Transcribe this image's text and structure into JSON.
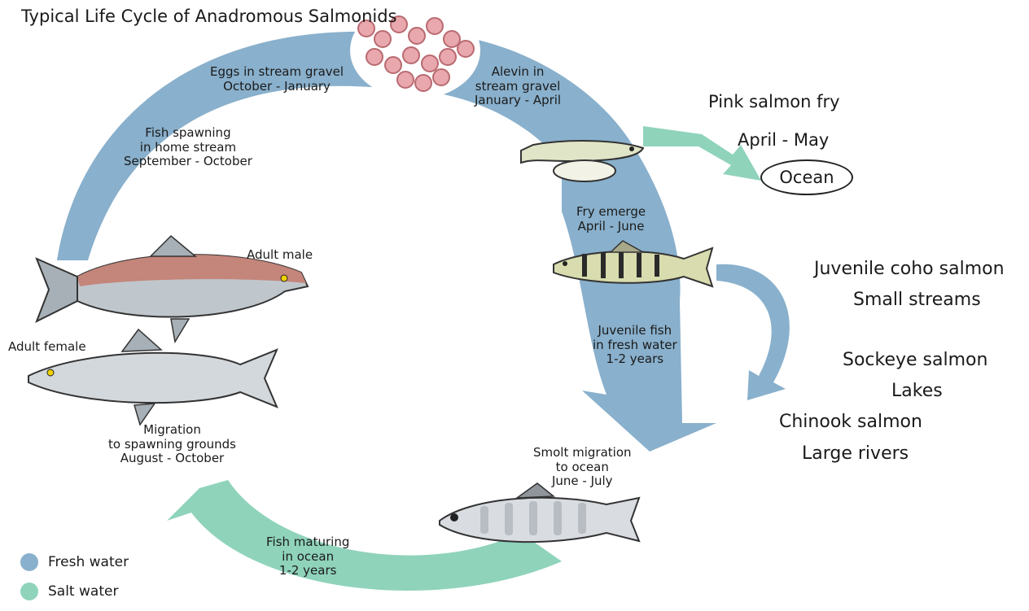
{
  "title": [
    "Typical Life Cycle",
    "of Anadromous",
    "Salmonids"
  ],
  "colors": {
    "fresh": "#89b0cc",
    "salt": "#8fd3bb",
    "ink": "#1a1a1a"
  },
  "stages": {
    "eggs": [
      "Eggs in stream gravel",
      "October - January"
    ],
    "alevin": [
      "Alevin in",
      "stream gravel",
      "January - April"
    ],
    "fry": [
      "Fry emerge",
      "April - June"
    ],
    "juvenile": [
      "Juvenile fish",
      "in fresh water",
      "1-2 years"
    ],
    "smolt": [
      "Smolt migration",
      "to ocean",
      "June - July"
    ],
    "maturing": [
      "Fish maturing",
      "in ocean",
      "1-2 years"
    ],
    "migration": [
      "Migration",
      "to spawning grounds",
      "August - October"
    ],
    "spawning": [
      "Fish spawning",
      "in home stream",
      "September - October"
    ]
  },
  "adults": {
    "male": "Adult male",
    "female": "Adult female"
  },
  "pink": {
    "name": "Pink salmon fry",
    "dates": "April - May",
    "ocean": "Ocean"
  },
  "branches": {
    "coho": [
      "Juvenile coho salmon",
      "Small streams"
    ],
    "sockeye": [
      "Sockeye salmon",
      "Lakes"
    ],
    "chinook": [
      "Chinook salmon",
      "Large rivers"
    ]
  },
  "legend": [
    {
      "label": "Fresh water",
      "color": "#89b0cc"
    },
    {
      "label": "Salt water",
      "color": "#8fd3bb"
    }
  ]
}
